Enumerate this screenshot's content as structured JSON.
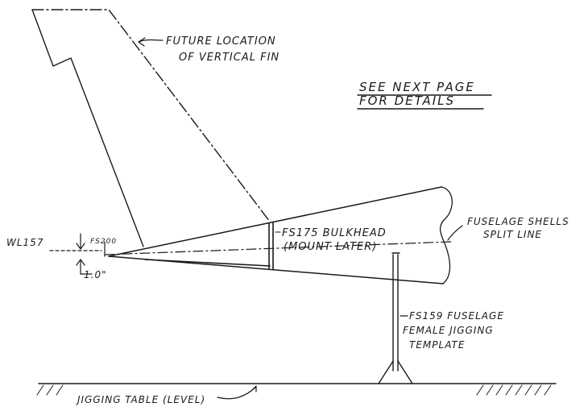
{
  "labels": {
    "fin_callout_line1": "FUTURE LOCATION",
    "fin_callout_line2": "OF VERTICAL FIN",
    "see_next_line1": "SEE NEXT PAGE",
    "see_next_line2": "FOR DETAILS",
    "bulkhead_line1": "FS175 BULKHEAD",
    "bulkhead_line2": "(MOUNT LATER)",
    "shells_line1": "FUSELAGE SHELLS",
    "shells_line2": "SPLIT LINE",
    "wl": "WL157",
    "fs200": "FS200",
    "dim": "1.0\"",
    "template_line1": "FS159 FUSELAGE",
    "template_line2": "FEMALE JIGGING",
    "template_line3": "TEMPLATE",
    "table": "JIGGING TABLE (LEVEL)"
  },
  "colors": {
    "ink": "#1a1a1a",
    "paper": "#ffffff"
  }
}
